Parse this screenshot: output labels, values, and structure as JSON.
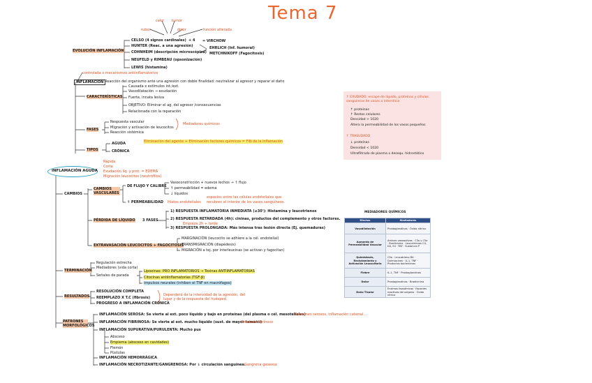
{
  "title": "Tema 7",
  "top_signs": {
    "calor": "calor",
    "tumor": "tumor",
    "rubor": "rubor",
    "dolor": "dolor",
    "funcion": "función alterada"
  },
  "evolucion": {
    "label": "EVOLUCIÓN INFLAMACIÓN",
    "items": [
      "CELSO (4 signos cardinales)",
      "HUNTER (Reac. a una agresión)",
      "COHNHEIM (descripción microscópica)",
      "METCHNIKOFF (Fagocitosis)",
      "LEWIS (histamina)"
    ],
    "plus4": "+ 4",
    "virchow": "= VIRCHOW",
    "ehrlich": "EHRLICH (Inf. humoral)",
    "neufeld": "NEUFELD y RIMBEAU (opsonización)"
  },
  "inflamacion": {
    "label": "INFLAMACIÓN",
    "above": "controlada x mecanismos antiinflamatorios",
    "def": "Reacción del organismo ante una agresión con doble finalidad: neutralizar al agresor y reparar el daño"
  },
  "caracteristicas": {
    "label": "CARACTERÍSTICAS",
    "items": [
      "Causada x estímulos int./ext.",
      "Vasodilatación → exudación",
      "Fuerte, innata lesiva",
      "OBJETIVO: Eliminar el ag. del agresor /consecuencias",
      "Relacionada con la reparación"
    ]
  },
  "fases": {
    "label": "FASES",
    "items": [
      "Respuesta vascular",
      "Migración y activación de leucocitos",
      "Reacción sistémica"
    ],
    "mediadores": "Mediadores químicos"
  },
  "tipos": {
    "label": "TIPOS",
    "items": [
      "AGUDA",
      "CRÓNICA"
    ],
    "eliminacion": "Eliminación del agente + Eliminación factores químicos = FIN de la inflamación"
  },
  "note": {
    "exudado_title": "↑ EXUDADO: escape de líquido, proteínas y células sanguíneas de vasos a intersticio",
    "exudado_items": [
      "↑ proteínas",
      "↑ Restos celulares",
      "Densidad > 1020",
      "Altera la permeabilidad de los vasos pequeños"
    ],
    "trasudado_title": "↑ TRASUDADO",
    "trasudado_items": [
      "↓ proteínas",
      "Densidad < 1020",
      "Ultrafiltrado de plasma x desequ. hidrostático"
    ]
  },
  "aguda": {
    "label": "INFLAMACIÓN AGUDA",
    "traits": [
      "Rápida",
      "Corta",
      "Exudación líq. y prot. = EDEMA",
      "Migración leucocitos (neutrófilos)"
    ]
  },
  "cambios": {
    "label": "CAMBIOS",
    "vasculares": "CAMBIOS VASCULARES",
    "flujo": "DE FLUJO Y CALIBRE",
    "flujo_items": [
      "Vasoconstricción + nuevos lechos → ↑ flujo",
      "↑ permeabilidad = edema",
      "↓ líquidos"
    ],
    "permeabilidad": "↑ PERMEABILIDAD",
    "hiatos": "Hiatos endoteliales",
    "hiatos_note_1": "espacios entre las células endoteliales que",
    "hiatos_note_2": "recubren el interior de los vasos sanguíneos.",
    "perdida": "PÉRDIDA DE LÍQUIDO",
    "tres_fases": "3 FASES",
    "fase1": "1) RESPUESTA INFLAMATORIA INMEDIATA (≤30'): Histamina y leucotrienos",
    "fase2": "2) RESPUESTA RETARDADA (4h): cininas, productos del complemento y otros factores.",
    "fase2b": "Empieza 2h + tarde",
    "fase3": "3) RESPUESTA PROLONGADA: Más intensa tras lesión directa (Ej. quemaduras)",
    "extravasacion": "EXTRAVASACIÓN LEUCOCITOS + FAGOCITOSIS",
    "extra_items": [
      "MARGINACIÓN (leucocito se adhiere a la cél. endotelial)",
      "TRANSMIGRACIÓN (diapédesis)",
      "MIGRACIÓN a tej. por interleucinas (se activan y fagocitan)"
    ]
  },
  "terminacion": {
    "label": "TERMINACIÓN",
    "items": [
      "Regulación estrecha",
      "Mediadores (vida corta)"
    ],
    "senales": "Señales de parada",
    "senales_items": [
      "Lipoxinas: PRO INFLAMATORIOS → Toxinas ANTIINFLAMATORIAS",
      "Citocinas antiinflamatorias (TGF-β)",
      "impulsos neurales (inhiben el TNF en macrófagos)"
    ]
  },
  "resultados": {
    "label": "RESULTADOS",
    "items": [
      "RESOLUCIÓN COMPLETA",
      "REEMPLAZO X T.C (fibrosis)",
      "PROGRESO A INFLAMACIÓN CRÓNICA"
    ],
    "depende": "Dependerá de la intensidad de la agresión, del lugar y de la respuesta del huésped."
  },
  "patrones": {
    "label": "PATRONES MORFOLÓGICOS",
    "items": [
      "INFLAMACIÓN SEROSA: Se vierte al ext. poco líquido y bajo en proteínas (del plasma o cél. mesoteliales)",
      "INFLAMACIÓN FIBRINOSA: Se vierte al ext. mucho líquido (sust. de mayor tamaño)",
      "INFLAMACIÓN SUPURATIVA/PURULENTA: Mucho pus",
      "Absceso",
      "Empiema (absceso en cavidades)",
      "Flemón",
      "Pústulas",
      "INFLAMACIÓN HEMORRÁGICA",
      "INFLAMACIÓN NECROTIZANTE/GANGRENOSA: Por ↓ circulación sanguínea."
    ],
    "serosa_note": "Derrames serosos, inflamación catarral...",
    "fibrinosa_note": "Exudado fibrinoso",
    "gangrena_note": "Gangrena gaseosa"
  },
  "mediadores_table": {
    "caption": "MEDIADORES QUÍMICOS",
    "headers": [
      "Efectos",
      "Mediadores"
    ],
    "rows": [
      [
        "Vasodilatación",
        "Prostaglandinas · Óxido nítrico"
      ],
      [
        "Aumento de Permeabilidad Vascular",
        "Aminas vasoactivas · C3a y C5a · Bradicinina · Leucotrienos C4, D4, E4 · PAF · Sustancia P"
      ],
      [
        "Quimiotaxis, Reclutamiento y Activación Leucocitaria",
        "C5a · Leucotrieno B4 · Quimiocinas · IL-1, TNF · Productos bacterianos"
      ],
      [
        "Fiebre",
        "IL-1, TNF · Prostaglandinas"
      ],
      [
        "Dolor",
        "Prostaglandinas · Bradicinina"
      ],
      [
        "Daño Tisular",
        "Enzimas lisosómicas · Especies reactivas del oxígeno · Óxido nítrico"
      ]
    ]
  }
}
